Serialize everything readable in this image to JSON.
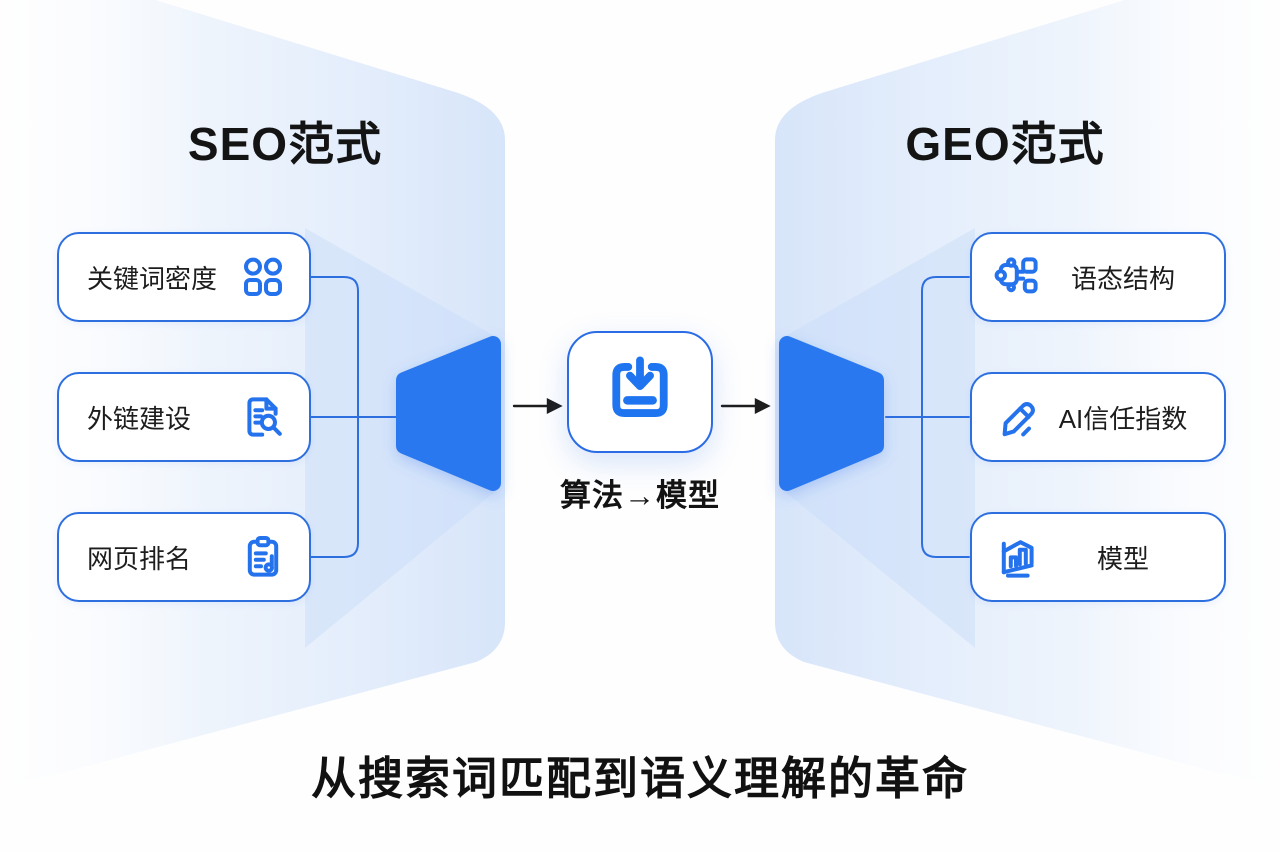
{
  "left_panel": {
    "title": "SEO范式",
    "items": [
      {
        "label": "关键词密度",
        "icon": "grid-icon"
      },
      {
        "label": "外链建设",
        "icon": "document-search-icon"
      },
      {
        "label": "网页排名",
        "icon": "clipboard-list-icon"
      }
    ]
  },
  "right_panel": {
    "title": "GEO范式",
    "items": [
      {
        "label": "语态结构",
        "icon": "flow-network-icon"
      },
      {
        "label": "AI信任指数",
        "icon": "pencil-icon"
      },
      {
        "label": "模型",
        "icon": "perspective-chart-icon"
      }
    ]
  },
  "center": {
    "icon": "download-tray-icon",
    "label": "算法→模型"
  },
  "footer": {
    "title": "从搜索词匹配到语义理解的革命"
  },
  "colors": {
    "accent_blue": "#2b6ce6",
    "funnel_blue": "#2b78f0",
    "icon_blue": "#2572ed",
    "panel_tint": "#d8e6fa",
    "text_dark": "#161616",
    "background": "#fefefe"
  }
}
